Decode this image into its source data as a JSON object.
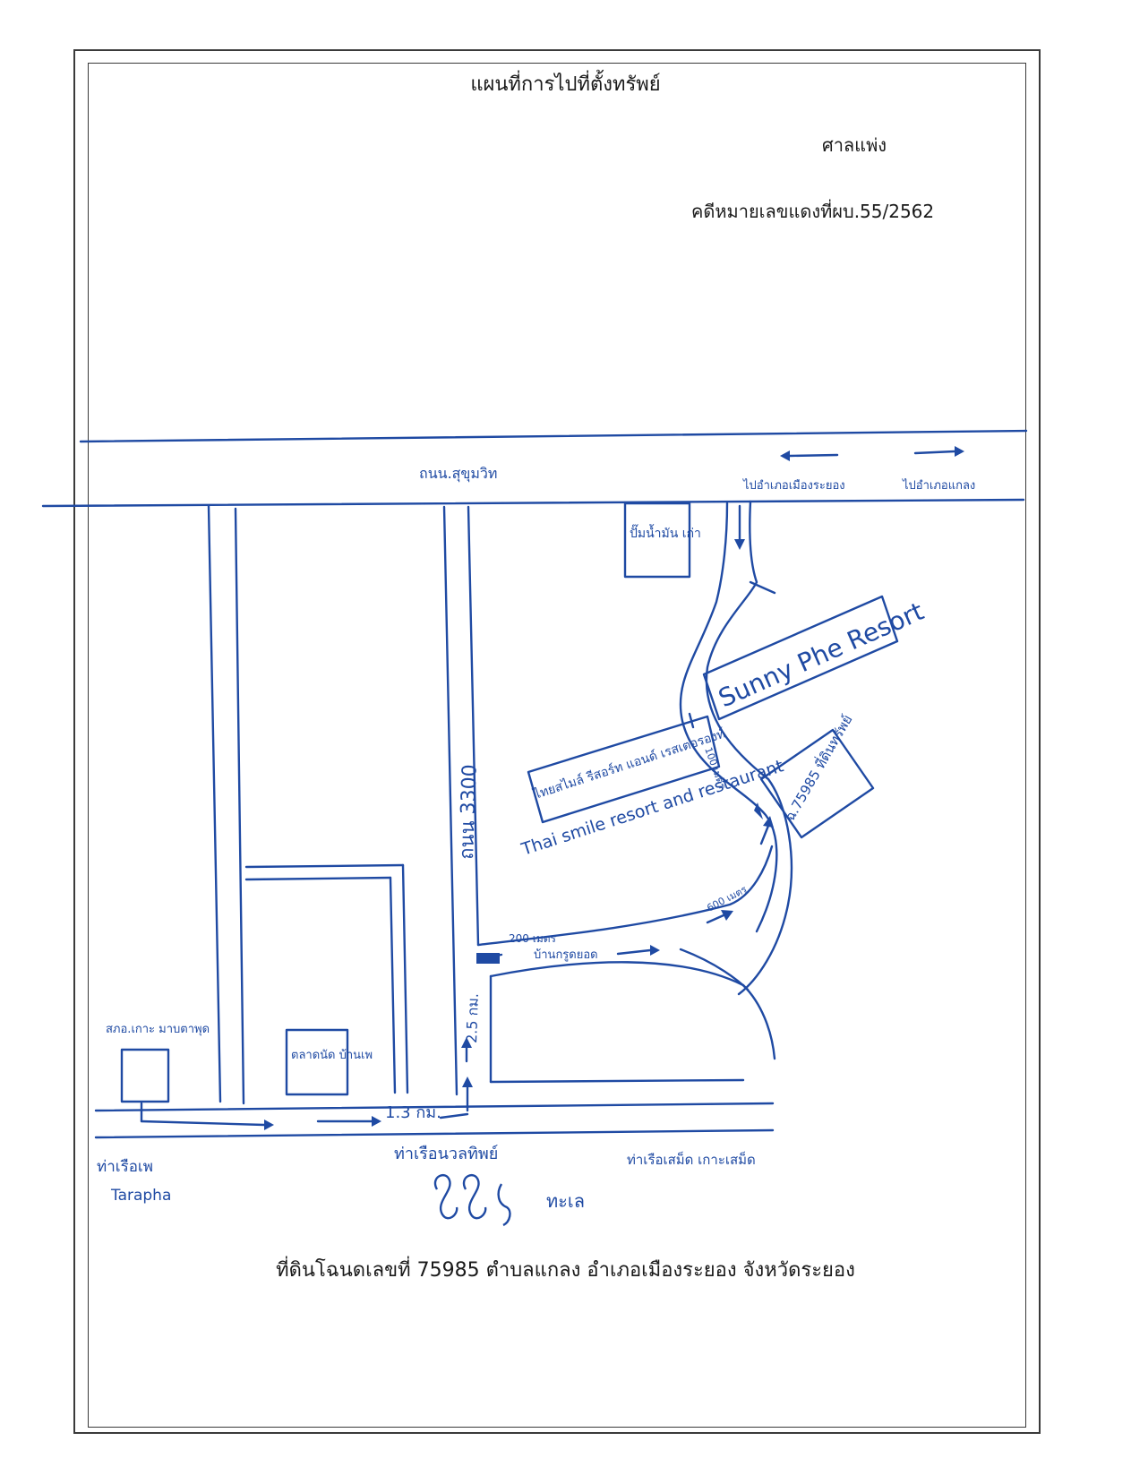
{
  "header": {
    "title": "แผนที่การไปที่ตั้งทรัพย์",
    "court": "ศาลแพ่ง",
    "case_number": "คดีหมายเลขแดงที่ผบ.55/2562"
  },
  "footer": {
    "land_info": "ที่ดินโฉนดเลขที่ 75985  ตำบลแกลง    อำเภอเมืองระยอง   จังหวัดระยอง"
  },
  "map": {
    "ink_color": "#1f4aa3",
    "labels": {
      "main_road": "ถนน.สุขุมวิท",
      "to_rayong": "ไปอำเภอเมืองระยอง",
      "to_klaeng": "ไปอำเภอแกลง",
      "old_building": "ปั๊มน้ำมัน เก่า",
      "sunny_resort": "Sunny Phe Resort",
      "thai_smile_th": "ไทยสไมล์ รีสอร์ท แอนด์ เรสเตอรองท์",
      "thai_smile_en": "Thai smile resort and restaurant",
      "land_box": "ฉ.75985 ที่ดินทรัพย์",
      "side_road": "ถนน 3300",
      "distance_vertical": "2.5 กม.",
      "distance_a": "200 เมตร",
      "village": "บ้านกรูดยอด",
      "distance_b": "600 เมตร",
      "distance_c": "100 เมตร",
      "school": "สภอ.เกาะ มาบตาพุด",
      "market": "ตลาดนัด บ้านเพ",
      "distance_bottom": "1.3 กม.",
      "pier_left": "ท่าเรือเพ",
      "pier_left_en": "Tarapha",
      "pier_mid": "ท่าเรือนวลทิพย์",
      "pier_right": "ท่าเรือเสม็ด เกาะเสม็ด",
      "sea": "ทะเล"
    }
  }
}
